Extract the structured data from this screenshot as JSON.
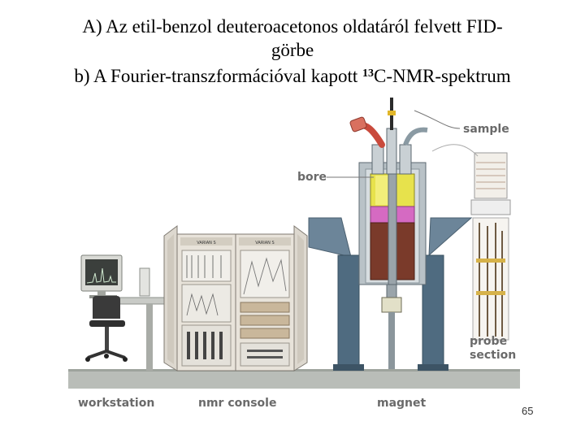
{
  "title": {
    "line1": "A) Az etil-benzol deuteroacetonos oldatáról felvett FID-",
    "line2": "görbe",
    "line3_pre": "b) A Fourier-transzformációval kapott ",
    "line3_sup": "13",
    "line3_post": "C-NMR-spektrum"
  },
  "diagram": {
    "labels": {
      "sample": "sample",
      "bore": "bore",
      "probe_line1": "probe",
      "probe_line2": "section",
      "workstation": "workstation",
      "nmr_console": "nmr console",
      "magnet": "magnet",
      "rack_left": "VARIAN S",
      "rack_right": "VARIAN S"
    }
  },
  "page_number": "65"
}
